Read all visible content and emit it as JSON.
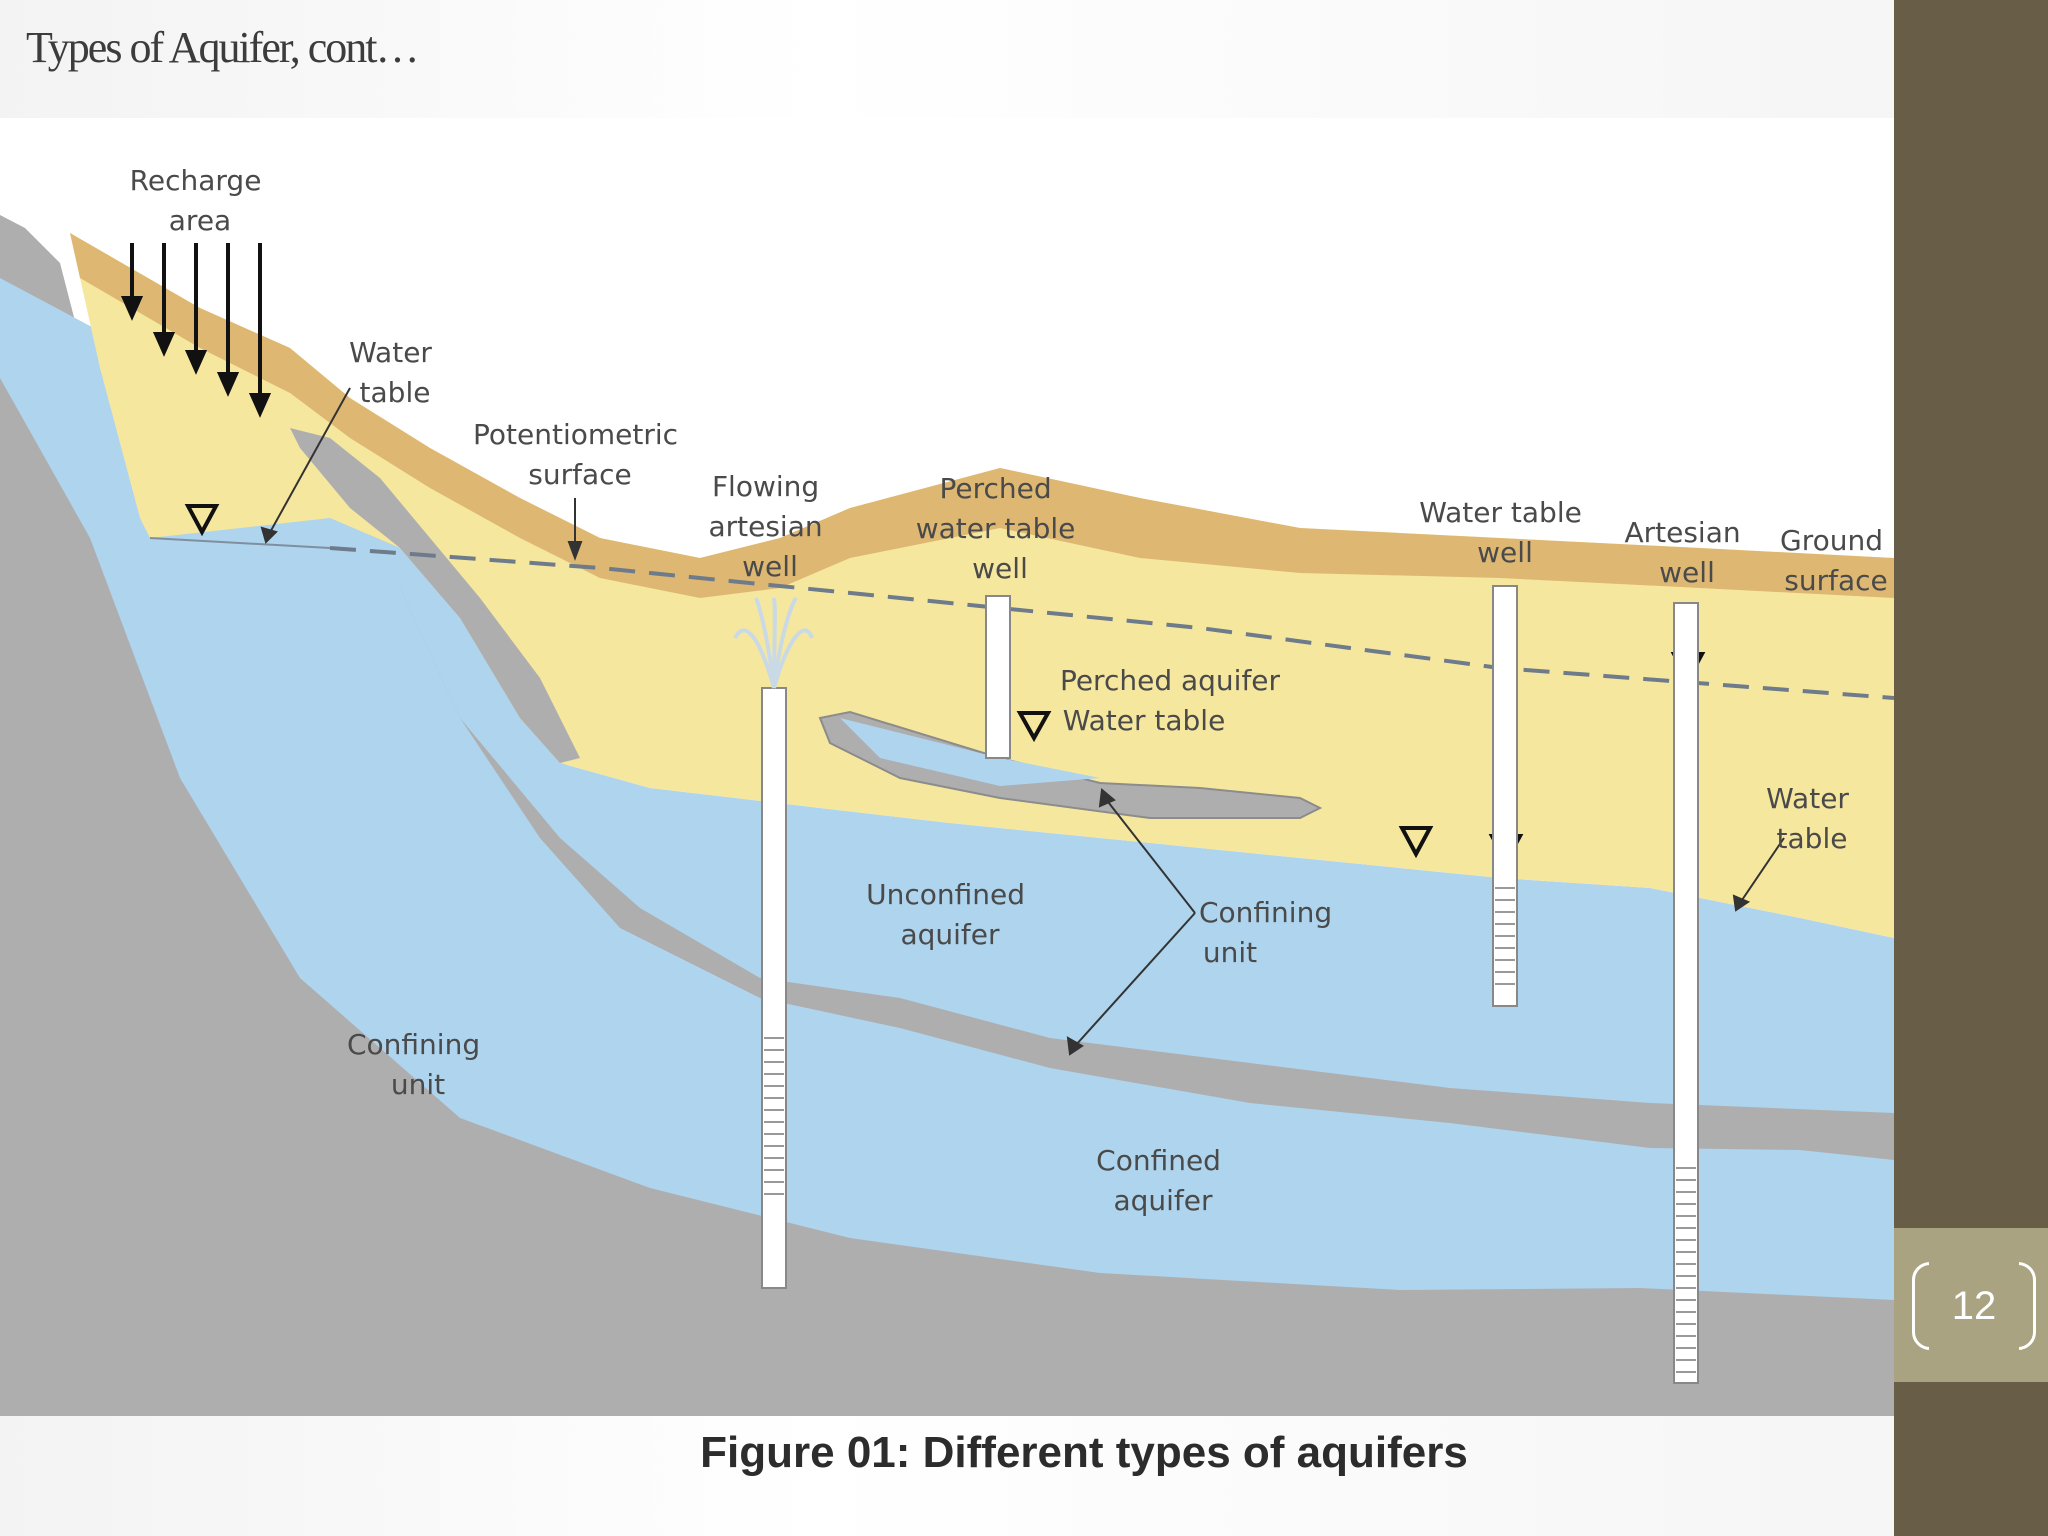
{
  "slide": {
    "title": "Types of Aquifer, cont…",
    "page_number": "12",
    "caption": "Figure 01: Different types of aquifers"
  },
  "diagram": {
    "labels": {
      "recharge_area": [
        "Recharge",
        "area"
      ],
      "water_table_left": [
        "Water",
        "table"
      ],
      "potentiometric_surface": [
        "Potentiometric",
        "surface"
      ],
      "flowing_artesian_well": [
        "Flowing",
        "artesian",
        "well"
      ],
      "perched_water_table_well": [
        "Perched",
        "water table",
        "well"
      ],
      "water_table_well": [
        "Water table",
        "well"
      ],
      "artesian_well": [
        "Artesian",
        "well"
      ],
      "ground_surface": [
        "Ground",
        "surface"
      ],
      "perched_aquifer": "Perched aquifer",
      "perched_water_table": "Water table",
      "water_table_right": [
        "Water",
        "table"
      ],
      "unconfined_aquifer": [
        "Unconfined",
        "aquifer"
      ],
      "confining_unit_middle": [
        "Confining",
        "unit"
      ],
      "confining_unit_left": [
        "Confining",
        "unit"
      ],
      "confined_aquifer": [
        "Confined",
        "aquifer"
      ]
    },
    "colors": {
      "topsoil": "#deb872",
      "unsaturated": "#f6e79f",
      "aquifer": "#aed4ee",
      "confining": "#aeaeae",
      "dashed_line": "#6e7b8b",
      "sidebar": "#685d47",
      "page_box": "#aaa381"
    }
  }
}
